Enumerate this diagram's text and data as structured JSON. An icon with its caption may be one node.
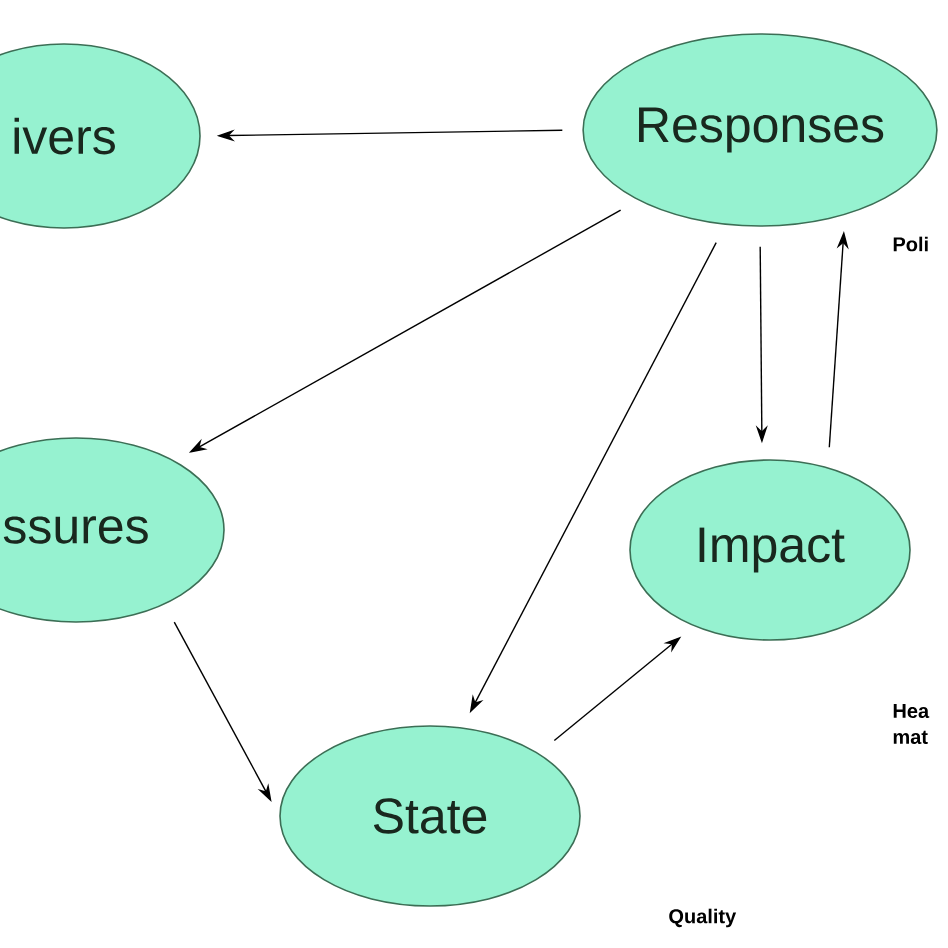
{
  "diagram": {
    "nodes": [
      {
        "text": [
          "ivers"
        ]
      },
      {
        "text": [
          "Responses"
        ],
        "beside": [
          "Poli"
        ]
      },
      {
        "text": [
          "ssures"
        ]
      },
      {
        "text": [
          "Impact"
        ],
        "beside": [
          "Hea mat"
        ]
      },
      {
        "text": [
          "State"
        ]
      }
    ],
    "labels": [
      "Quality"
    ],
    "edges": [
      {
        "from": 1,
        "to": 0,
        "arrow": "to"
      },
      {
        "from": 1,
        "to": 2,
        "arrow": "to"
      },
      {
        "from": 1,
        "to": 4,
        "arrow": "to"
      },
      {
        "from": 1,
        "to": 3,
        "arrow": "to"
      },
      {
        "from": 3,
        "to": 1,
        "arrow": "to"
      },
      {
        "from": 2,
        "to": 4,
        "arrow": "to"
      },
      {
        "from": 4,
        "to": 3,
        "arrow": "to"
      }
    ]
  }
}
